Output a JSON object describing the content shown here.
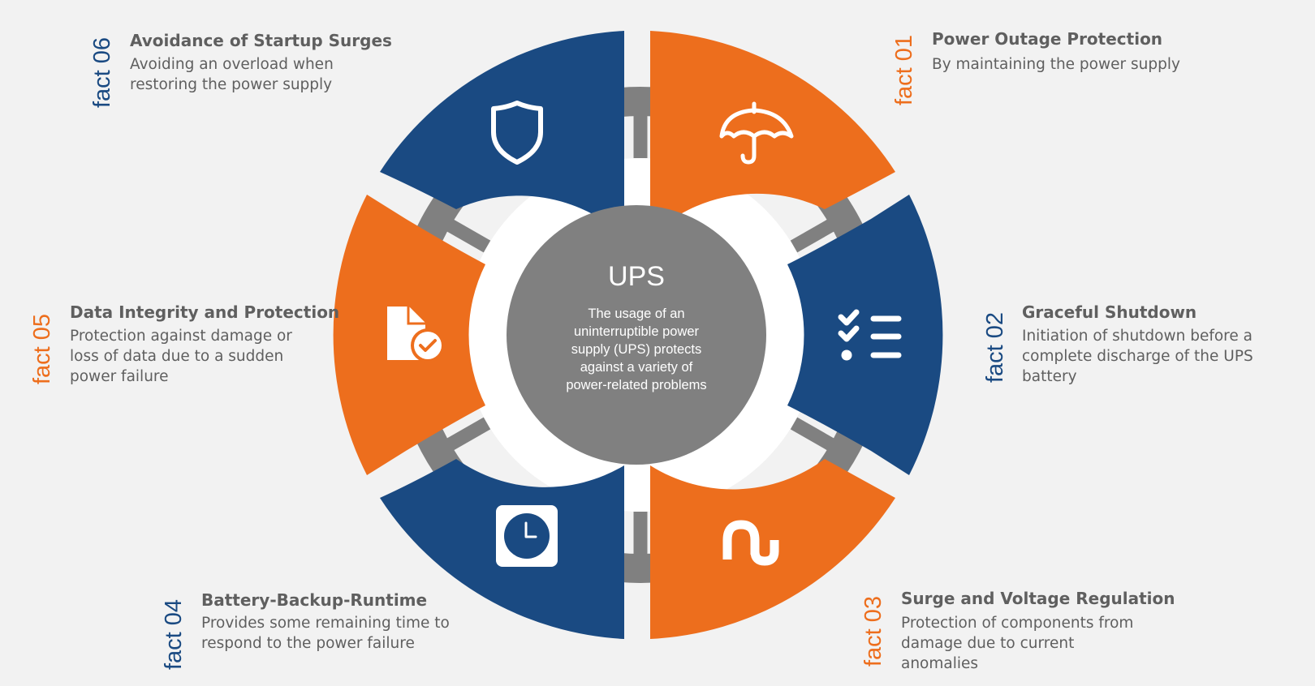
{
  "center": {
    "title": "UPS",
    "description_lines": [
      "The usage of an",
      "uninterruptible power",
      "supply (UPS) protects",
      "against a variety of",
      "power-related problems"
    ]
  },
  "colors": {
    "orange": "#ed6e1d",
    "blue": "#1a4a82",
    "gray": "#808080",
    "text": "#5f5f5f",
    "background": "#f2f2f2"
  },
  "facts": [
    {
      "tag": "fact 01",
      "title": "Power Outage Protection",
      "description": "By maintaining the power supply",
      "icon": "umbrella-icon",
      "color": "orange"
    },
    {
      "tag": "fact 02",
      "title": "Graceful Shutdown",
      "description": "Initiation of shutdown before a complete discharge of the UPS battery",
      "icon": "checklist-icon",
      "color": "blue"
    },
    {
      "tag": "fact 03",
      "title": "Surge and Voltage Regulation",
      "description": "Protection of components from damage due to current anomalies",
      "icon": "stumbleupon-icon",
      "color": "orange"
    },
    {
      "tag": "fact 04",
      "title": "Battery-Backup-Runtime",
      "description": "Provides some remaining time to respond to the power failure",
      "icon": "clock-icon",
      "color": "blue"
    },
    {
      "tag": "fact 05",
      "title": "Data Integrity and Protection",
      "description": "Protection against damage or loss of data due to a sudden power failure",
      "icon": "file-check-icon",
      "color": "orange"
    },
    {
      "tag": "fact 06",
      "title": "Avoidance of Startup Surges",
      "description": "Avoiding an overload when restoring the power supply",
      "icon": "shield-icon",
      "color": "blue"
    }
  ]
}
